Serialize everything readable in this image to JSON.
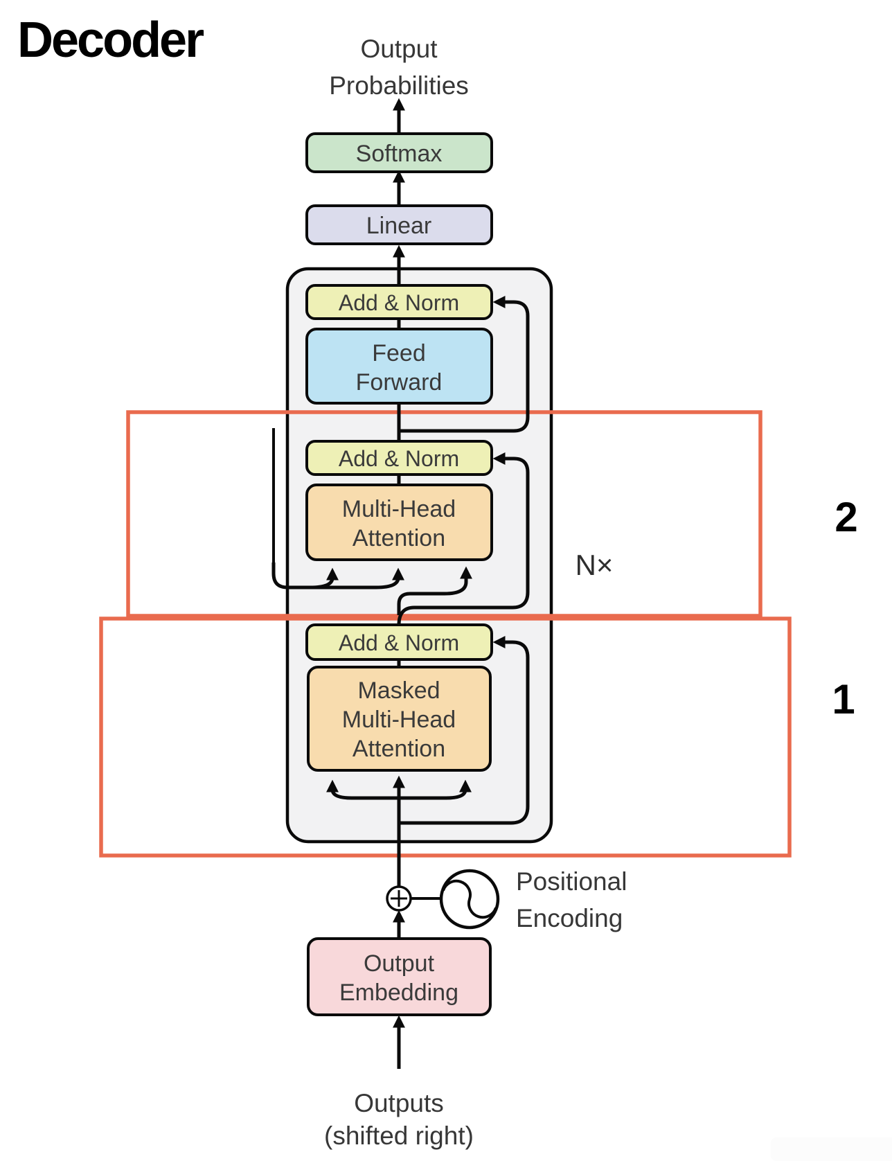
{
  "title": "Decoder",
  "captions": {
    "output_probabilities": [
      "Output",
      "Probabilities"
    ],
    "positional_encoding": [
      "Positional",
      "Encoding"
    ],
    "outputs": [
      "Outputs",
      "(shifted right)"
    ],
    "nx": "N×"
  },
  "annotations": {
    "region_1": "1",
    "region_2": "2"
  },
  "boxes": {
    "softmax": "Softmax",
    "linear": "Linear",
    "add_norm_top": "Add & Norm",
    "feed_forward": [
      "Feed",
      "Forward"
    ],
    "add_norm_mid": "Add & Norm",
    "multi_head_attention": [
      "Multi-Head",
      "Attention"
    ],
    "add_norm_bottom": "Add & Norm",
    "masked_multi_head_attention": [
      "Masked",
      "Multi-Head",
      "Attention"
    ],
    "output_embedding": [
      "Output",
      "Embedding"
    ]
  },
  "colors": {
    "softmax": "#cbe5cb",
    "linear": "#dbdcec",
    "add_norm": "#eef0b6",
    "feed_forward": "#bde3f3",
    "attention": "#f8dcae",
    "embedding": "#f8d8da",
    "container": "#f2f2f3",
    "annotation": "#e96b4e"
  }
}
